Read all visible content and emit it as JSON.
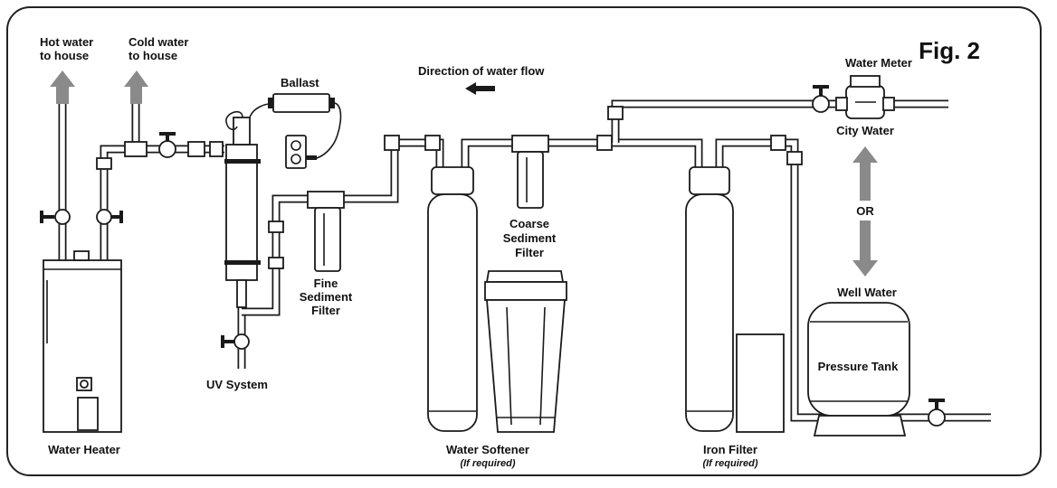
{
  "figure_label": "Fig. 2",
  "flow": {
    "text": "Direction of water flow",
    "arrow_icon": "left-arrow-icon"
  },
  "outputs": {
    "hot": {
      "line1": "Hot water",
      "line2": "to house"
    },
    "cold": {
      "line1": "Cold water",
      "line2": "to house"
    }
  },
  "components": {
    "ballast": "Ballast",
    "uv_system": "UV System",
    "fine_filter": {
      "line1": "Fine",
      "line2": "Sediment",
      "line3": "Filter"
    },
    "coarse_filter": {
      "line1": "Coarse",
      "line2": "Sediment",
      "line3": "Filter"
    },
    "water_softener": {
      "label": "Water Softener",
      "note": "(If required)"
    },
    "iron_filter": {
      "label": "Iron Filter",
      "note": "(If required)"
    },
    "water_heater": "Water Heater",
    "water_meter": "Water Meter",
    "pressure_tank": "Pressure Tank"
  },
  "sources": {
    "city": "City Water",
    "or": "OR",
    "well": "Well Water"
  },
  "colors": {
    "line": "#1a1a1a",
    "arrow": "#8a8a8a",
    "background": "#ffffff"
  }
}
